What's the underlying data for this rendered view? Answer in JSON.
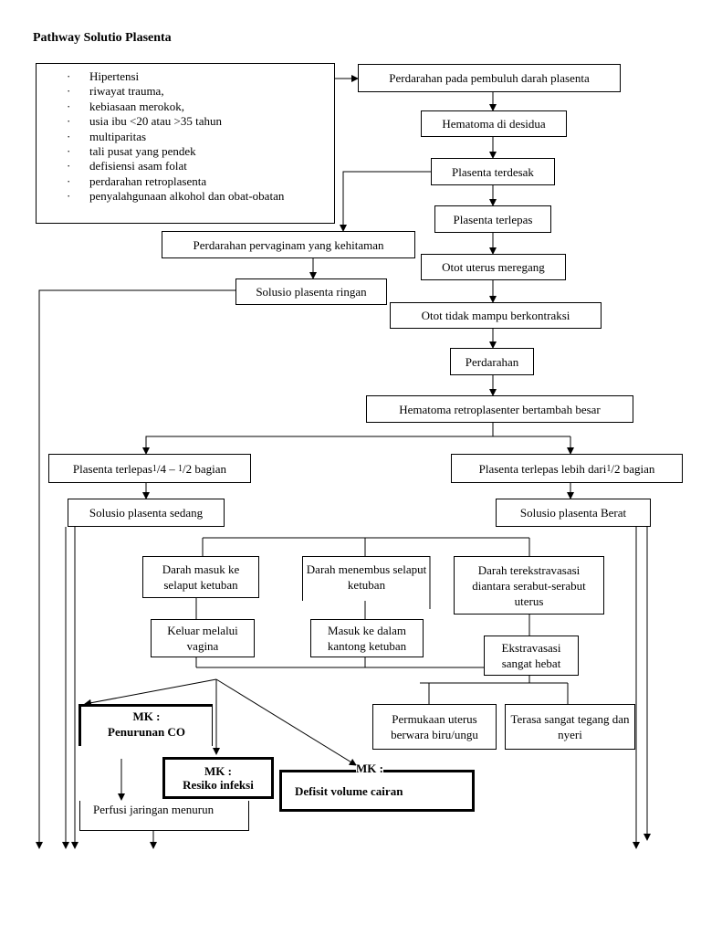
{
  "title": "Pathway Solutio Plasenta",
  "risk_factors": [
    "Hipertensi",
    "riwayat trauma,",
    "kebiasaan merokok,",
    "usia ibu <20 atau >35 tahun",
    "multiparitas",
    "tali pusat yang pendek",
    "defisiensi asam folat",
    "perdarahan retroplasenta",
    "penyalahgunaan alkohol dan obat-obatan"
  ],
  "bullet": "·",
  "nodes": {
    "perdarahan_pembuluh": "Perdarahan pada pembuluh darah plasenta",
    "hematoma_desidua": "Hematoma di desidua",
    "plasenta_terdesak": "Plasenta terdesak",
    "plasenta_terlepas": "Plasenta terlepas",
    "perdarahan_pervaginam": "Perdarahan pervaginam yang kehitaman",
    "otot_meregang": "Otot uterus meregang",
    "solusio_ringan": "Solusio plasenta ringan",
    "otot_tidak_mampu": "Otot tidak mampu berkontraksi",
    "perdarahan": "Perdarahan",
    "hematoma_retro": "Hematoma retroplasenter bertambah besar",
    "terlepas_quarter_prefix": "Plasenta terlepas ",
    "terlepas_quarter_n1": "1",
    "terlepas_quarter_d1": "/4 – ",
    "terlepas_quarter_n2": "1",
    "terlepas_quarter_d2": "/2 bagian",
    "terlepas_half_prefix": "Plasenta terlepas lebih dari ",
    "terlepas_half_n": "1",
    "terlepas_half_d": "/2 bagian",
    "solusio_sedang": "Solusio plasenta sedang",
    "solusio_berat": "Solusio plasenta Berat",
    "darah_masuk": "Darah masuk ke selaput ketuban",
    "darah_menembus": "Darah menembus selaput ketuban",
    "darah_ekstravasasi": "Darah terekstravasasi diantara serabut-serabut uterus",
    "keluar_vagina": "Keluar melalui vagina",
    "masuk_kantong": "Masuk ke dalam kantong ketuban",
    "ekstravasasi_hebat": "Ekstravasasi sangat hebat",
    "permukaan_uterus": "Permukaan uterus berwara biru/ungu",
    "terasa_tegang": "Terasa sangat tegang dan nyeri",
    "mk_co_label": "MK :",
    "mk_co_text": "Penurunan CO",
    "mk_infeksi_label": "MK :",
    "mk_infeksi_text": "Resiko infeksi",
    "mk_cairan_label": "MK :",
    "mk_cairan_text": "Defisit volume cairan",
    "perfusi": "Perfusi jaringan menurun"
  }
}
